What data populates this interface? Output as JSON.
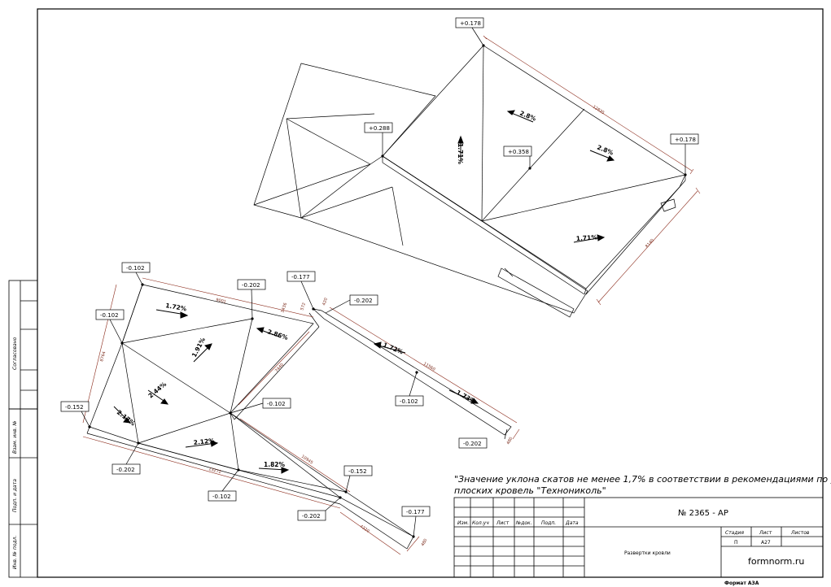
{
  "elevations": {
    "top_peak": "+0.178",
    "top_right": "+0.178",
    "top_left": "+0.288",
    "top_center": "+0.358",
    "bl_top_left": "-0.102",
    "bl_top_mid": "-0.202",
    "bl_left": "-0.102",
    "bl_far_left": "-0.152",
    "bl_bottom_left": "-0.202",
    "bl_bottom_mid": "-0.102",
    "bl_center": "-0.102",
    "bl_ridge_right": "-0.177",
    "bl_right_top": "-0.202",
    "bl_right_mid": "-0.102",
    "bl_right_end": "-0.202",
    "bl_lower_right": "-0.152",
    "bl_lower_mid": "-0.202",
    "bl_lower_end": "-0.177"
  },
  "slopes": {
    "top_a": "2.8%",
    "top_b": "2.8%",
    "top_c": "1.71%",
    "top_d": "1.71%",
    "bl_a": "1.72%",
    "bl_b": "2.86%",
    "bl_c": "1.91%",
    "bl_d": "2.44%",
    "bl_e": "2.17%",
    "bl_f": "2.12%",
    "bl_g": "1.82%",
    "bl_h": "1.72%",
    "bl_i": "1.73%"
  },
  "dims": {
    "top_long": "12835",
    "top_short": "8140",
    "bl_top": "9001",
    "bl_left": "8764",
    "bl_mid": "7440",
    "bl_right_long": "11560",
    "bl_right_end": "480",
    "bl_bottom": "13272",
    "bl_lower_long": "10945",
    "bl_lower_short": "4320",
    "bl_small_a": "1436",
    "bl_small_b": "572",
    "bl_small_c": "420",
    "bl_small_d": "480"
  },
  "note": {
    "line1": "\"Значение уклона скатов не менее 1,7% в соответствии в рекомендациями по устройству",
    "line2": "плоских кровель \"Технониколь\""
  },
  "title_block": {
    "doc_number": "№ 2365 - АР",
    "col_izm": "Изм.",
    "col_koluch": "Кол.уч",
    "col_list": "Лист",
    "col_ndok": "№док.",
    "col_podp": "Подп.",
    "col_data": "Дата",
    "sheet_title": "Развертки кровли",
    "stage_label": "Стадия",
    "sheet_label": "Лист",
    "sheets_label": "Листов",
    "stage_value": "П",
    "sheet_value": "А27",
    "company": "formnorm.ru",
    "format": "Формат А3А"
  },
  "side_stamp": {
    "agreed": "Согласовано",
    "inv_replace": "Взам. инв. №",
    "sign_date": "Подп. и дата",
    "inv_orig": "Инв. № подл."
  }
}
